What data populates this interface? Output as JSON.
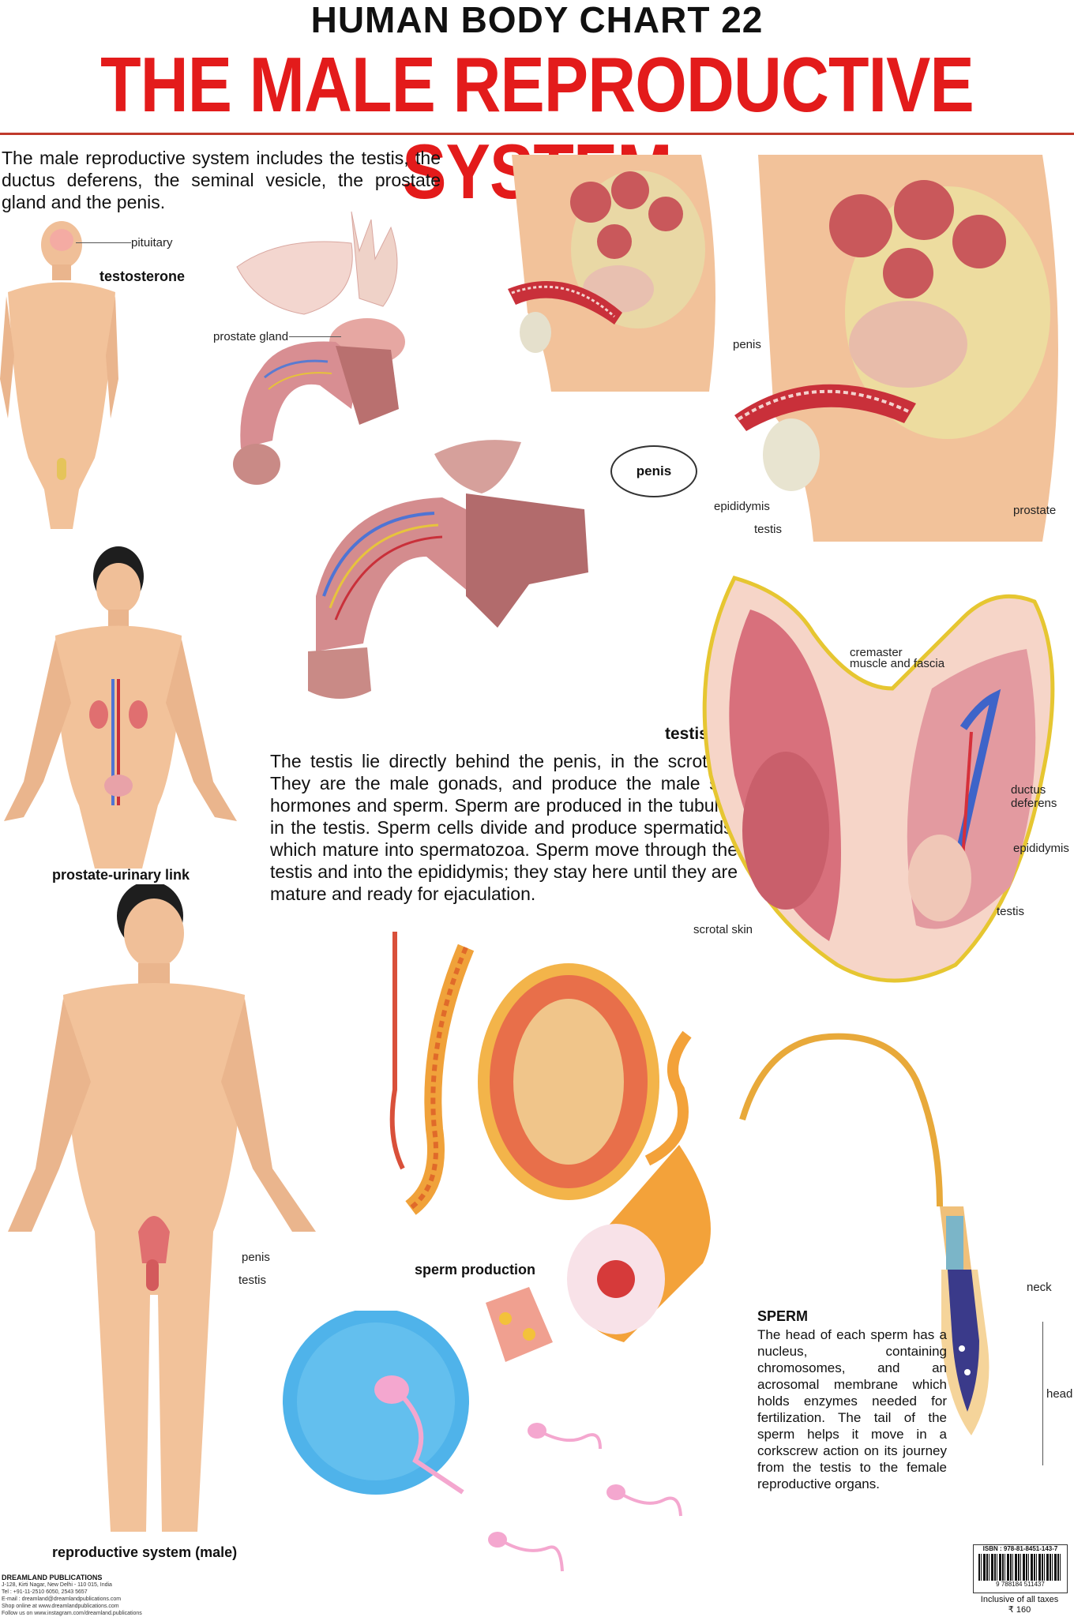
{
  "header": {
    "top_title": "HUMAN BODY CHART 22",
    "main_title": "THE MALE REPRODUCTIVE SYSTEM"
  },
  "intro": "The male reproductive system includes the testis, the ductus deferens, the seminal vesicle, the prostate gland and the penis.",
  "labels": {
    "pituitary": "pituitary",
    "testosterone": "testosterone",
    "prostate_gland": "prostate gland",
    "penis_oval": "penis",
    "penis": "penis",
    "epididymis": "epididymis",
    "testis": "testis",
    "prostate": "prostate",
    "prostate_urinary_link": "prostate-urinary link",
    "testis_heading": "testis",
    "cremaster_1": "cremaster",
    "cremaster_2": "muscle and fascia",
    "ductus_1": "ductus",
    "ductus_2": "deferens",
    "epididymis_2": "epididymis",
    "testis_2": "testis",
    "scrotal_skin": "scrotal skin",
    "sperm_production": "sperm production",
    "penis_body": "penis",
    "testis_body": "testis",
    "reproductive_system": "reproductive system (male)",
    "neck": "neck",
    "head": "head"
  },
  "testis_text": "The testis lie directly behind the penis, in the scrotum. They are the male gonads, and produce the male sex hormones and sperm. Sperm are produced in the tubules in the testis. Sperm cells divide and produce spermatids, which mature into spermatozoa. Sperm move through the testis and into the epididymis; they stay here until they are mature and ready for ejaculation.",
  "sperm": {
    "heading": "SPERM",
    "text": "The head of each sperm has a nucleus, containing chromosomes, and an acrosomal membrane which holds enzymes needed for fertilization. The tail of the sperm helps it move in a corkscrew action on its journey from the testis to the female reproductive organs."
  },
  "footer": {
    "publisher": "DREAMLAND PUBLICATIONS",
    "address": "J-128, Kirti Nagar, New Delhi - 110 015, India",
    "tel": "Tel : +91-11-2510 6050, 2543 5657",
    "email": "E-mail : dreamland@dreamlandpublications.com",
    "shop": "Shop online at www.dreamlandpublications.com",
    "follow": "Follow us on www.instagram.com/dreamland.publications",
    "isbn": "ISBN : 978-81-8451-143-7",
    "barcode_digits": "9 788184 511437",
    "tax": "Inclusive of all taxes",
    "price": "₹ 160"
  },
  "colors": {
    "title_red": "#e31b1b",
    "skin": "#f2c29a",
    "tissue": "#d97a7a",
    "egg_blue": "#4fb3ea"
  }
}
